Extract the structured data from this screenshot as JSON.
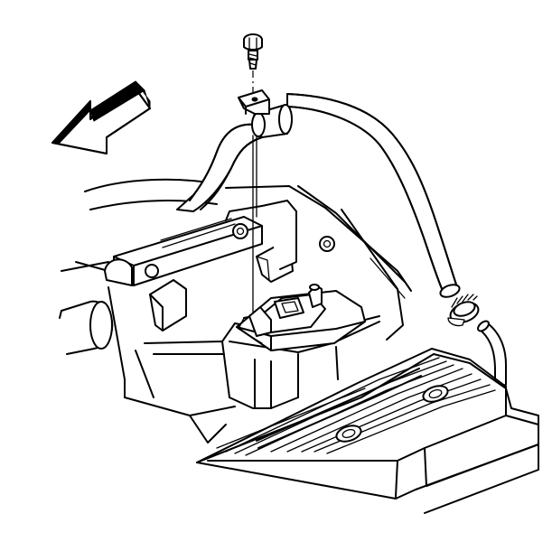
{
  "diagram": {
    "components": [
      {
        "name": "bolt",
        "icon": "bolt-icon"
      },
      {
        "name": "hose-bracket",
        "icon": "bracket-icon"
      },
      {
        "name": "heater-hose",
        "icon": "hose-icon"
      },
      {
        "name": "hose-clamp",
        "icon": "clamp-icon"
      },
      {
        "name": "front-direction-arrow",
        "icon": "arrow-icon"
      },
      {
        "name": "engine-assembly",
        "icon": "engine-icon"
      },
      {
        "name": "valve-cover",
        "icon": "valve-cover-icon"
      }
    ],
    "colors": {
      "stroke": "#000000",
      "background": "#ffffff"
    }
  }
}
